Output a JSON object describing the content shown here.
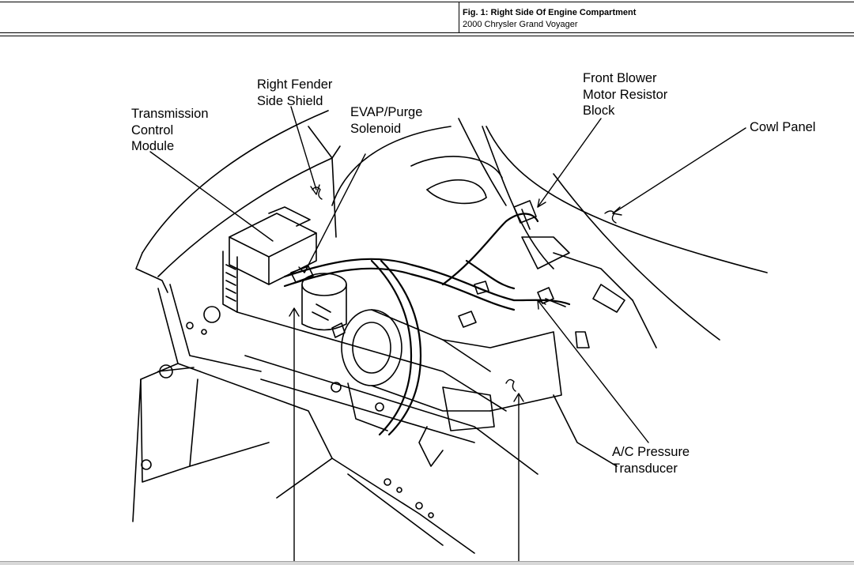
{
  "header": {
    "fig_title": "Fig. 1: Right Side Of Engine Compartment",
    "vehicle": "2000 Chrysler Grand Voyager"
  },
  "labels": {
    "right_fender": {
      "line1": "Right Fender",
      "line2": "Side Shield"
    },
    "tcm": {
      "line1": "Transmission",
      "line2": "Control",
      "line3": "Module"
    },
    "evap": {
      "line1": "EVAP/Purge",
      "line2": "Solenoid"
    },
    "blower": {
      "line1": "Front Blower",
      "line2": "Motor Resistor",
      "line3": "Block"
    },
    "cowl": {
      "line1": "Cowl Panel"
    },
    "ac": {
      "line1": "A/C Pressure",
      "line2": "Transducer"
    }
  },
  "colors": {
    "line": "#000000",
    "background": "#ffffff",
    "statusbar": "#d8d8d8"
  }
}
